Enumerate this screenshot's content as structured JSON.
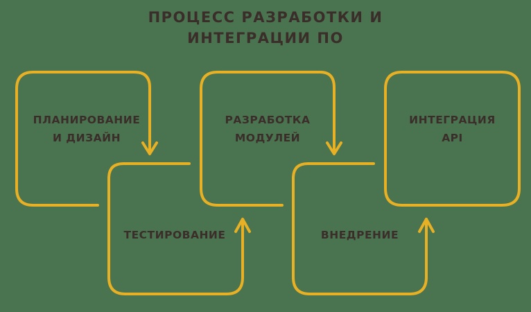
{
  "title": {
    "line1": "ПРОЦЕСС РАЗРАБОТКИ И",
    "line2": "ИНТЕГРАЦИИ ПО"
  },
  "colors": {
    "background": "#4a7450",
    "stroke": "#e8b024",
    "text": "#3b2e2a"
  },
  "steps": [
    {
      "id": 1,
      "line1": "ПЛАНИРОВАНИЕ",
      "line2": "И ДИЗАЙН"
    },
    {
      "id": 2,
      "line1": "ТЕСТИРОВАНИЕ",
      "line2": ""
    },
    {
      "id": 3,
      "line1": "РАЗРАБОТКА",
      "line2": "МОДУЛЕЙ"
    },
    {
      "id": 4,
      "line1": "ВНЕДРЕНИЕ",
      "line2": ""
    },
    {
      "id": 5,
      "line1": "ИНТЕГРАЦИЯ",
      "line2": "API"
    }
  ]
}
